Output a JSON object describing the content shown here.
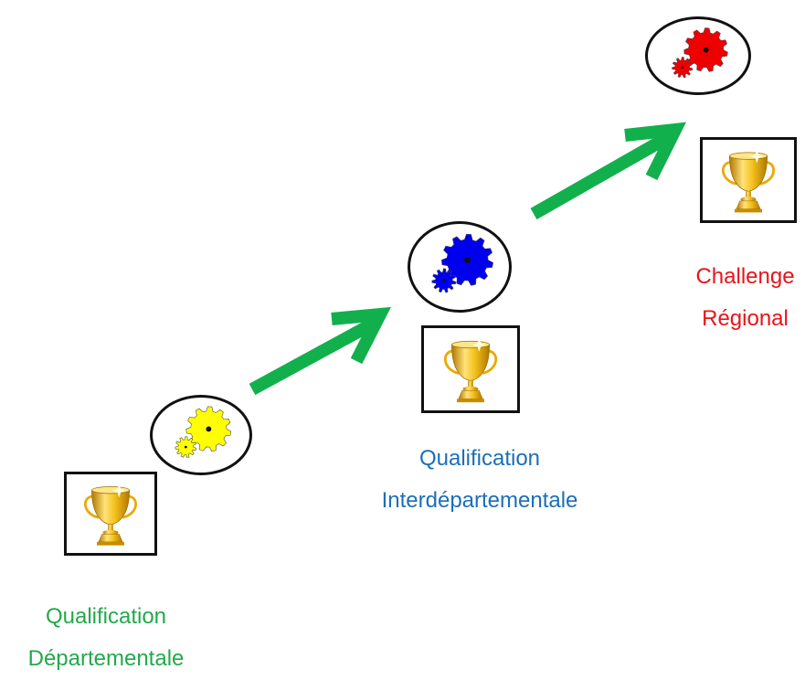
{
  "stages": [
    {
      "id": "departementale",
      "line1": "Qualification",
      "line2": "Départementale",
      "color": "#22a94a",
      "gear_color": "#ffff00"
    },
    {
      "id": "interdepartementale",
      "line1": "Qualification",
      "line2": "Interdépartementale",
      "color": "#1b6fb8",
      "gear_color": "#0000ee"
    },
    {
      "id": "regional",
      "line1": "Challenge",
      "line2": "Régional",
      "color": "#e8141b",
      "gear_color": "#ee0000"
    }
  ],
  "colors": {
    "arrow": "#12b04c",
    "frame": "#111111",
    "trophy_gold": "#e9a908"
  },
  "icons": [
    "gear-icon",
    "trophy-icon",
    "arrow-icon"
  ]
}
